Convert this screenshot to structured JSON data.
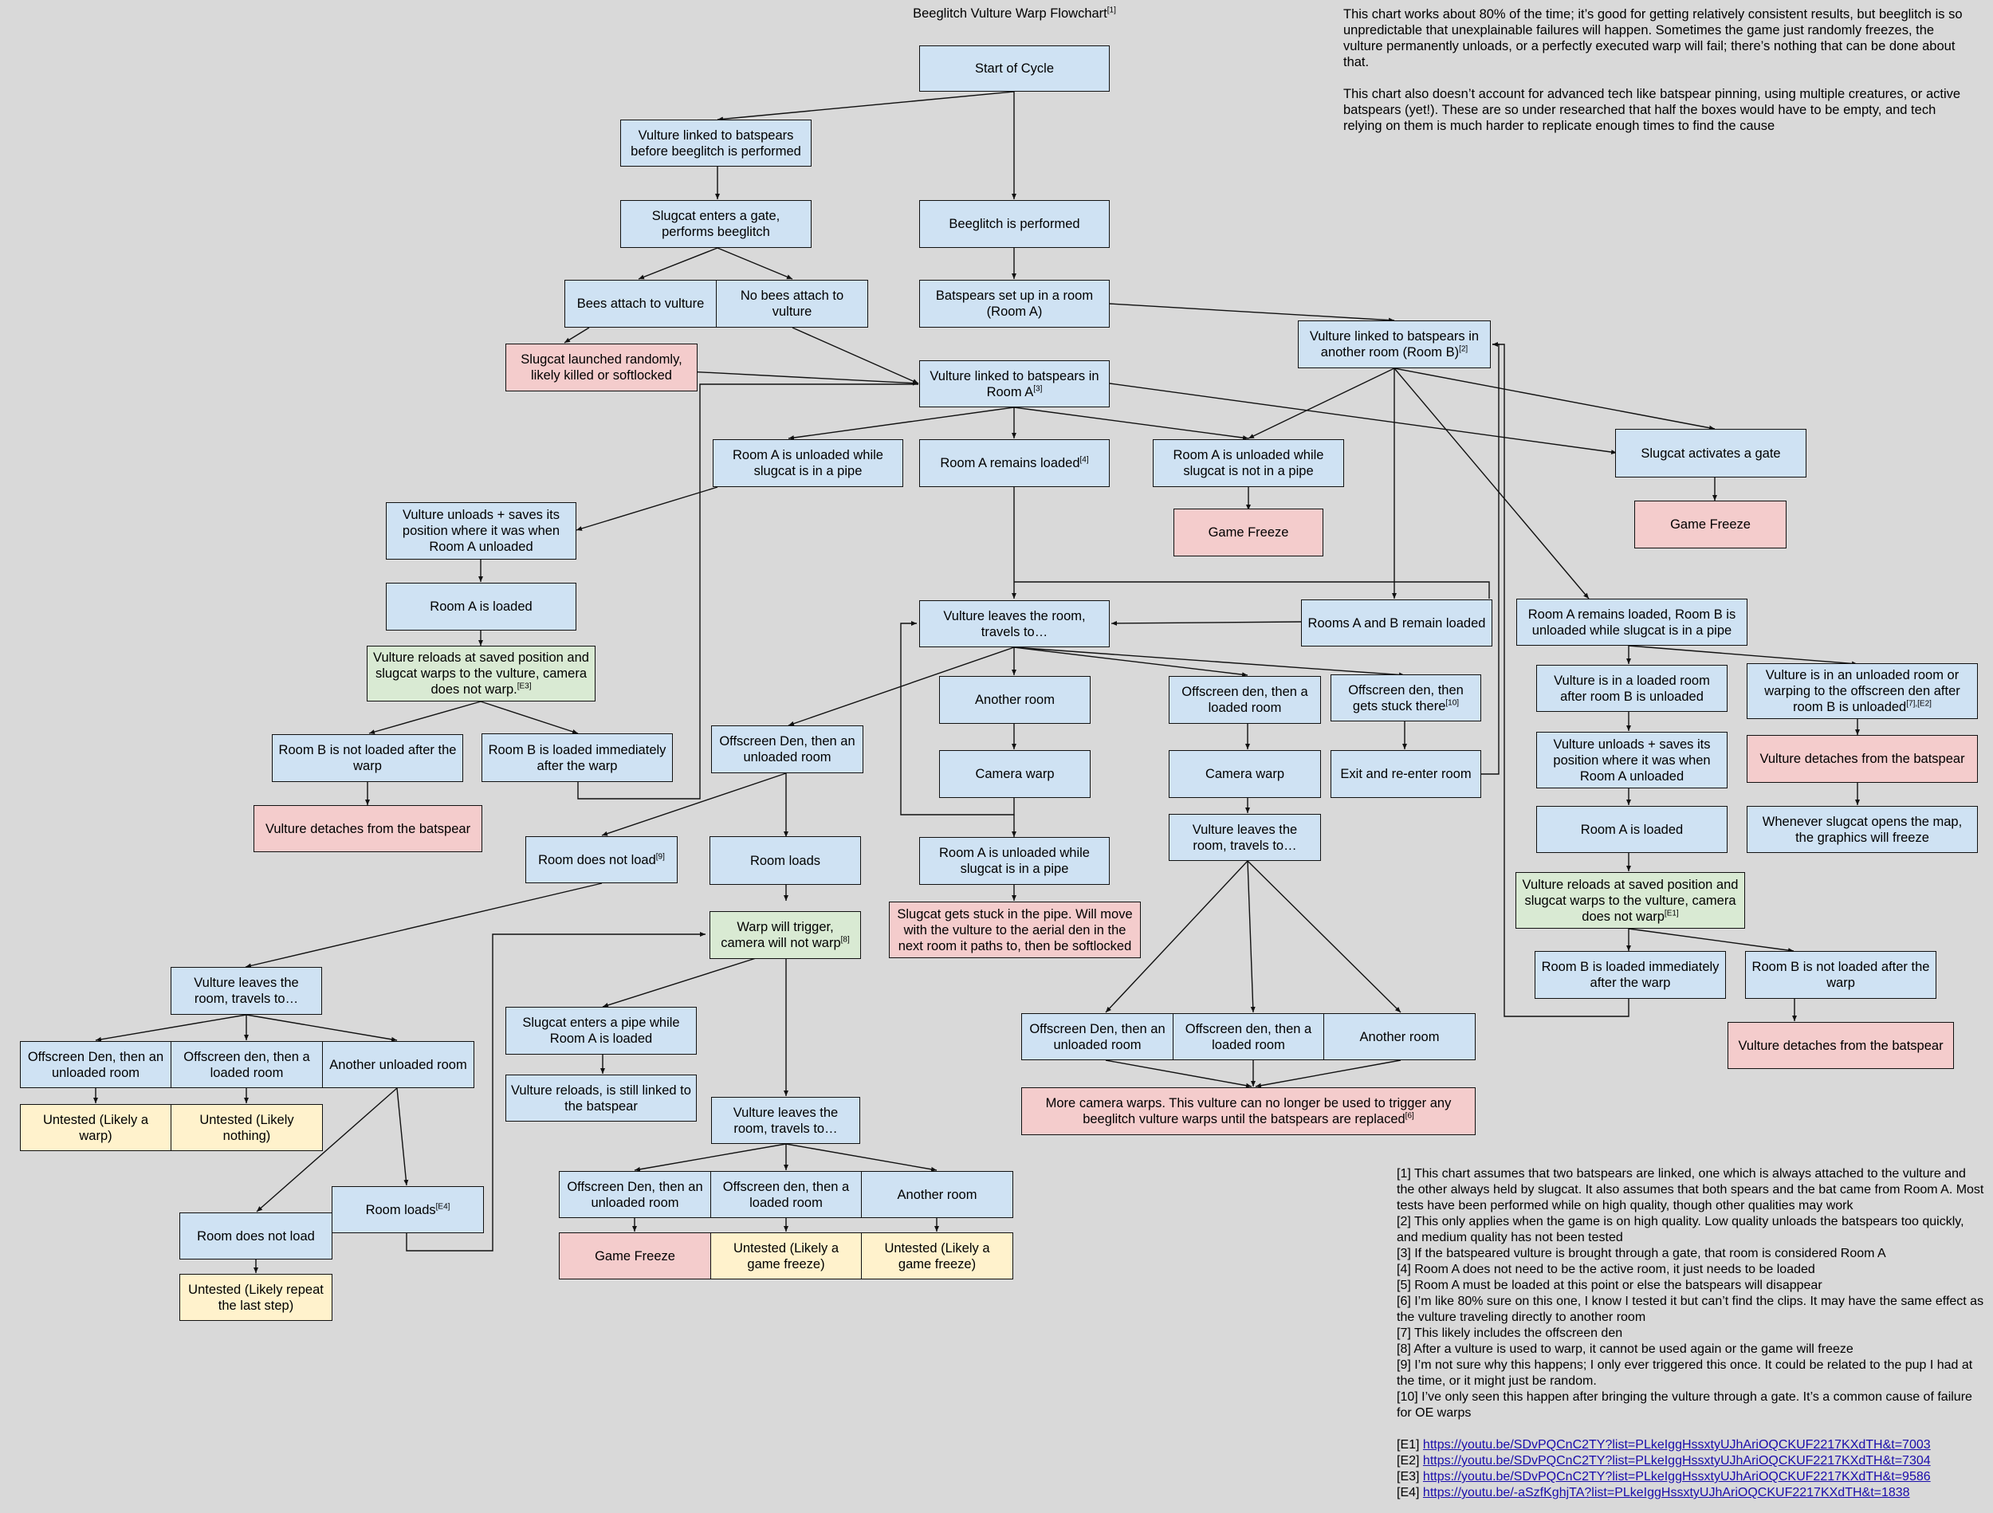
{
  "title": "Beeglitch Vulture Warp Flowchart",
  "title_sup": "[1]",
  "intro": {
    "p1": "This chart works about 80% of the time; it’s good for getting relatively consistent results, but beeglitch is so unpredictable that unexplainable failures will happen. Sometimes the game just randomly freezes, the vulture permanently unloads, or a perfectly executed warp will fail; there’s nothing that can be done about that.",
    "p2": "This chart also doesn’t account for advanced tech like batspear pinning, using multiple creatures, or active batspears (yet!). These are so under researched that half the boxes would have to be empty, and tech relying on them is much harder to replicate enough times to find the cause"
  },
  "colors": {
    "background": "#d9d9d9",
    "step": "#cfe2f3",
    "failure": "#f4cccc",
    "success": "#d9ead3",
    "untested": "#fff2cc"
  },
  "nodes": {
    "start": "Start of Cycle",
    "linked_before": "Vulture linked to batspears before beeglitch is performed",
    "gate_beeglitch": "Slugcat enters a gate, performs beeglitch",
    "bees_attach": "Bees attach to vulture",
    "no_bees": "No bees attach to vulture",
    "launched": "Slugcat launched randomly, likely killed or softlocked",
    "beeglitch": "Beeglitch is performed",
    "batspears_setup": "Batspears set up in a room (Room A)",
    "linked_room_a": "Vulture linked to batspears in Room A",
    "linked_room_a_sup": "[3]",
    "linked_room_b": "Vulture linked to batspears in another room (Room B)",
    "linked_room_b_sup": "[2]",
    "a_unloaded_pipe": "Room A is unloaded while slugcat is in a pipe",
    "a_remains": "Room A remains loaded",
    "a_remains_sup": "[4]",
    "a_unloaded_nopipe": "Room A is unloaded while slugcat is not in a pipe",
    "freeze_1": "Game Freeze",
    "activates_gate": "Slugcat activates a gate",
    "freeze_2": "Game Freeze",
    "unloads_saves_l": "Vulture unloads + saves its position where it was when Room A unloaded",
    "a_loaded_l": "Room A is loaded",
    "reloads_warps_l": "Vulture reloads at saved position and slugcat warps to the vulture, camera does not warp.",
    "reloads_warps_l_sup": "[E3]",
    "b_not_loaded_l": "Room B is not loaded after the warp",
    "b_loaded_l": "Room B is loaded immediately after the warp",
    "detaches_l": "Vulture detaches from the batspear",
    "leaves_main": "Vulture leaves the room, travels to…",
    "a_b_remain": "Rooms A and B remain loaded",
    "a_rem_b_unl": "Room A remains loaded, Room B is unloaded while slugcat is in a pipe",
    "den_unloaded_m": "Offscreen Den, then an unloaded room",
    "another_room_m": "Another room",
    "camera_warp_1": "Camera warp",
    "a_unloaded_pipe_2": "Room A is unloaded while slugcat is in a pipe",
    "stuck_pipe": "Slugcat gets stuck in the pipe. Will move with the vulture to the aerial den in the next room it paths to, then be softlocked",
    "den_loaded_m": "Offscreen den, then a loaded room",
    "camera_warp_2": "Camera warp",
    "leaves_2": "Vulture leaves the room, travels to…",
    "den_stuck": "Offscreen den, then gets stuck there",
    "den_stuck_sup": "[10]",
    "exit_reenter": "Exit and re-enter room",
    "den_unloaded_r": "Offscreen Den, then an unloaded room",
    "den_loaded_r": "Offscreen den, then a loaded room",
    "another_room_r": "Another room",
    "more_warps": "More camera warps. This vulture can no longer be used to trigger any beeglitch vulture warps until the batspears are replaced",
    "more_warps_sup": "[6]",
    "in_loaded_room": "Vulture is in a loaded room after room B is unloaded",
    "in_unloaded_room": "Vulture is in an unloaded room or warping to the offscreen den after room B is unloaded",
    "in_unloaded_room_sup": "[7],[E2]",
    "unloads_saves_r": "Vulture unloads + saves its position where it was when Room A unloaded",
    "detaches_r1": "Vulture detaches from the batspear",
    "a_loaded_r": "Room A is loaded",
    "map_freeze": "Whenever slugcat opens the map, the graphics will freeze",
    "reloads_warps_r": "Vulture reloads at saved position and slugcat warps to the vulture, camera does not warp",
    "reloads_warps_r_sup": "[E1]",
    "b_loaded_r": "Room B is loaded immediately after the warp",
    "b_not_loaded_r": "Room B is not loaded after the warp",
    "detaches_r2": "Vulture detaches from the batspear",
    "room_not_load": "Room does not load",
    "room_not_load_sup": "[9]",
    "room_loads": "Room loads",
    "warp_trigger": "Warp will trigger, camera will not warp",
    "warp_trigger_sup": "[8]",
    "leaves_left": "Vulture leaves the room, travels to…",
    "den_unloaded_ll": "Offscreen Den, then an unloaded room",
    "den_loaded_ll": "Offscreen den, then a loaded room",
    "another_unloaded": "Another unloaded room",
    "untested_warp": "Untested (Likely a warp)",
    "untested_nothing": "Untested (Likely nothing)",
    "room_loads_e4": "Room loads",
    "room_loads_e4_sup": "[E4]",
    "room_not_load_2": "Room does not load",
    "untested_repeat": "Untested (Likely repeat the last step)",
    "enters_pipe": "Slugcat enters a pipe while Room A is loaded",
    "reloads_linked": "Vulture reloads, is still linked to the batspear",
    "leaves_bottom": "Vulture leaves the room, travels to…",
    "den_unloaded_b": "Offscreen Den, then an unloaded room",
    "den_loaded_b": "Offscreen den, then a loaded room",
    "another_room_b": "Another room",
    "freeze_3": "Game Freeze",
    "untested_freeze_1": "Untested (Likely a game freeze)",
    "untested_freeze_2": "Untested (Likely a game freeze)"
  },
  "footnotes": [
    "[1] This chart assumes that two batspears are linked, one which is always attached to the vulture and the other always held by slugcat. It also assumes that both spears and the bat came from Room A. Most tests have been performed while on high quality, though other qualities may work",
    "[2] This only applies when the game is on high quality. Low quality unloads the batspears too quickly, and medium quality has not been tested",
    "[3] If the batspeared vulture is brought through a gate, that room is considered Room A",
    "[4] Room A does not need to be the active room, it just needs to be loaded",
    "[5] Room A must be loaded at this point or else the batspears will disappear",
    "[6] I’m like 80% sure on this one, I know I tested it but can’t find the clips. It may have the same effect as the vulture traveling directly to another room",
    "[7] This likely includes the offscreen den",
    "[8] After a vulture is used to warp, it cannot be used again or the game will freeze",
    "[9] I’m not sure why this happens; I only ever triggered this once. It could be related to the pup I had at the time, or it might just be random.",
    "[10] I’ve only seen this happen after bringing the vulture through a gate. It’s a common cause of failure for OE warps"
  ],
  "evidence": [
    {
      "label": "[E1]",
      "url": "https://youtu.be/SDvPQCnC2TY?list=PLkeIggHssxtyUJhAriOQCKUF2217KXdTH&t=7003"
    },
    {
      "label": "[E2]",
      "url": "https://youtu.be/SDvPQCnC2TY?list=PLkeIggHssxtyUJhAriOQCKUF2217KXdTH&t=7304"
    },
    {
      "label": "[E3]",
      "url": "https://youtu.be/SDvPQCnC2TY?list=PLkeIggHssxtyUJhAriOQCKUF2217KXdTH&t=9586"
    },
    {
      "label": "[E4]",
      "url": "https://youtu.be/-aSzfKghjTA?list=PLkeIggHssxtyUJhAriOQCKUF2217KXdTH&t=1838"
    }
  ]
}
